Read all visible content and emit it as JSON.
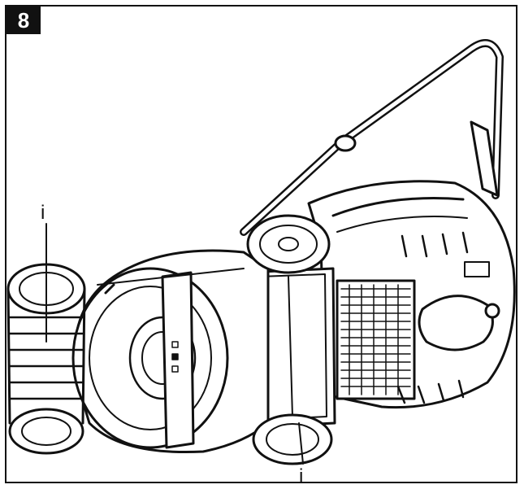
{
  "figure": {
    "number": "8",
    "callouts": [
      {
        "label": "i"
      },
      {
        "label": "i"
      }
    ]
  },
  "colors": {
    "ink": "#111111",
    "paper": "#ffffff"
  },
  "icons": [
    "lawn-mower-illustration",
    "wheel-icon",
    "handle-icon"
  ]
}
